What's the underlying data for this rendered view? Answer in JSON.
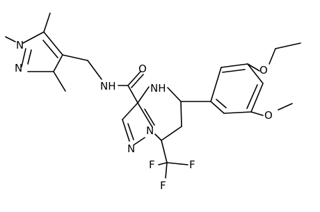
{
  "diagram": {
    "type": "chemical-structure",
    "atom_labels": {
      "carbonyl_oxygen": "O",
      "amide_nh": "NH",
      "ring_nh": "NH",
      "ring_n7": "N",
      "ring_n1": "N",
      "pyrazole_n1": "N",
      "pyrazole_n2": "N",
      "methoxy_o_top": "O",
      "methoxy_o_bottom": "O",
      "f_left": "F",
      "f_right": "F",
      "f_bottom": "F"
    }
  }
}
